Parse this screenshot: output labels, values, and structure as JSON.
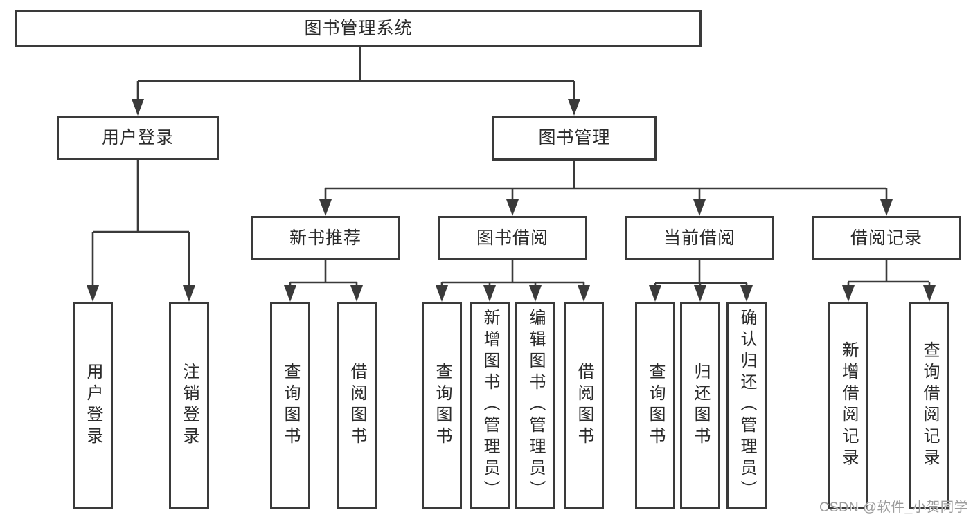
{
  "tree": {
    "label": "图书管理系统",
    "children": [
      {
        "label": "用户登录",
        "children": [
          {
            "label": "用户登录"
          },
          {
            "label": "注销登录"
          }
        ]
      },
      {
        "label": "图书管理",
        "children": [
          {
            "label": "新书推荐",
            "children": [
              {
                "label": "查询图书"
              },
              {
                "label": "借阅图书"
              }
            ]
          },
          {
            "label": "图书借阅",
            "children": [
              {
                "label": "查询图书"
              },
              {
                "label": "新增图书（管理员）"
              },
              {
                "label": "编辑图书（管理员）"
              },
              {
                "label": "借阅图书"
              }
            ]
          },
          {
            "label": "当前借阅",
            "children": [
              {
                "label": "查询图书"
              },
              {
                "label": "归还图书"
              },
              {
                "label": "确认归还（管理员）"
              }
            ]
          },
          {
            "label": "借阅记录",
            "children": [
              {
                "label": "新增借阅记录"
              },
              {
                "label": "查询借阅记录"
              }
            ]
          }
        ]
      }
    ]
  },
  "watermark": "CSDN @软件_小贺同学",
  "colors": {
    "line": "#3a3a3a",
    "text": "#2b2b2b",
    "watermark": "#9c9c9c",
    "background": "#ffffff"
  }
}
